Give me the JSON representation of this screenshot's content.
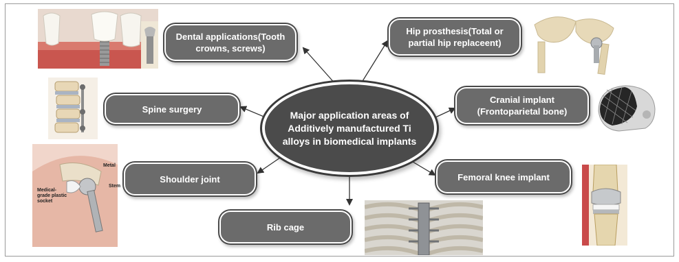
{
  "center": {
    "text": "Major application areas of Additively manufactured Ti alloys in biomedical implants"
  },
  "nodes": [
    {
      "id": "dental",
      "label": "Dental applications(Tooth crowns, screws)"
    },
    {
      "id": "hip",
      "label": "Hip prosthesis(Total or partial hip replaceent)"
    },
    {
      "id": "spine",
      "label": "Spine surgery"
    },
    {
      "id": "cranial",
      "label": "Cranial implant (Frontoparietal bone)"
    },
    {
      "id": "shoulder",
      "label": "Shoulder joint"
    },
    {
      "id": "knee",
      "label": "Femoral knee implant"
    },
    {
      "id": "rib",
      "label": "Rib cage"
    }
  ],
  "image_labels": {
    "shoulder_metal": "Metal",
    "shoulder_socket": "Medical-grade plastic socket",
    "shoulder_stem": "Stem"
  },
  "colors": {
    "node_fill": "#6b6b6b",
    "center_fill": "#4b4b4b",
    "arrow": "#333333"
  },
  "illustrations": [
    {
      "id": "dental-illustration",
      "icon": "tooth-implant-icon"
    },
    {
      "id": "hip-illustration",
      "icon": "hip-skeleton-icon"
    },
    {
      "id": "spine-illustration",
      "icon": "spine-icon"
    },
    {
      "id": "cranial-illustration",
      "icon": "skull-mesh-icon"
    },
    {
      "id": "shoulder-illustration",
      "icon": "shoulder-joint-icon"
    },
    {
      "id": "knee-illustration",
      "icon": "knee-implant-icon"
    },
    {
      "id": "ribcage-illustration",
      "icon": "ribcage-icon"
    }
  ]
}
